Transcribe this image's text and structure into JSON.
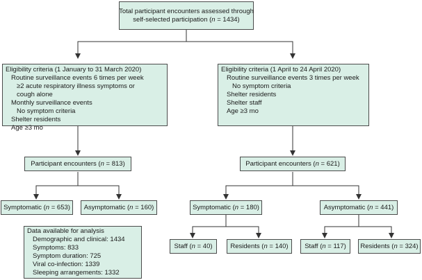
{
  "total": {
    "line1": "Total participant encounters assessed through",
    "line2_pre": "self-selected participation (",
    "n": "n",
    "line2_post": " = 1434)"
  },
  "left": {
    "eligibility": [
      "Eligibility criteria (1 January to 31 March 2020)",
      "Routine surveillance events 6 times per week",
      "≥2 acute respiratory illness symptoms or",
      "cough alone",
      "Monthly surveillance events",
      "No symptom criteria",
      "Shelter residents",
      "Age ≥3 mo"
    ],
    "encounters": {
      "pre": "Participant encounters (",
      "n": "n",
      "post": " = 813)"
    },
    "symptomatic": {
      "pre": "Symptomatic (",
      "n": "n",
      "post": " = 653)"
    },
    "asymptomatic": {
      "pre": "Asymptomatic (",
      "n": "n",
      "post": " = 160)"
    },
    "data": [
      "Data available for analysis",
      "Demographic and clinical: 1434",
      "Symptoms: 833",
      "Symptom duration: 725",
      "Viral co-infection: 1339",
      "Sleeping arrangements: 1332"
    ]
  },
  "right": {
    "eligibility": [
      "Eligibility criteria (1 April to 24 April 2020)",
      "Routine surveillance events 3 times per week",
      "No symptom criteria",
      "Shelter residents",
      "Shelter staff",
      "Age ≥3 mo"
    ],
    "encounters": {
      "pre": "Participant encounters (",
      "n": "n",
      "post": " = 621)"
    },
    "symptomatic": {
      "pre": "Symptomatic (",
      "n": "n",
      "post": " = 180)"
    },
    "asymptomatic": {
      "pre": "Asymptomatic (",
      "n": "n",
      "post": " = 441)"
    },
    "staff_sym": {
      "pre": "Staff (",
      "n": "n",
      "post": " = 40)"
    },
    "res_sym": {
      "pre": "Residents (",
      "n": "n",
      "post": " = 140)"
    },
    "staff_asym": {
      "pre": "Staff (",
      "n": "n",
      "post": " = 117)"
    },
    "res_asym": {
      "pre": "Residents (",
      "n": "n",
      "post": " = 324)"
    }
  }
}
